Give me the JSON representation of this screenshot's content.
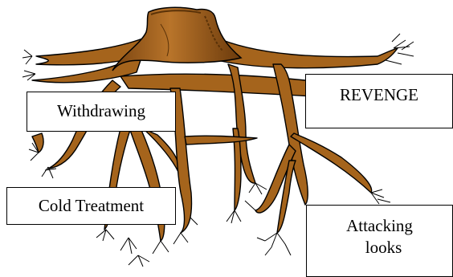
{
  "labels": {
    "withdrawing": "Withdrawing",
    "revenge": "REVENGE",
    "cold_treatment": "Cold Treatment",
    "attacking_line1": "Attacking",
    "attacking_line2": "looks"
  },
  "colors": {
    "root_fill": "#a5641c",
    "root_outline": "#000000",
    "bark_dark": "#5a3208",
    "background": "#ffffff"
  }
}
